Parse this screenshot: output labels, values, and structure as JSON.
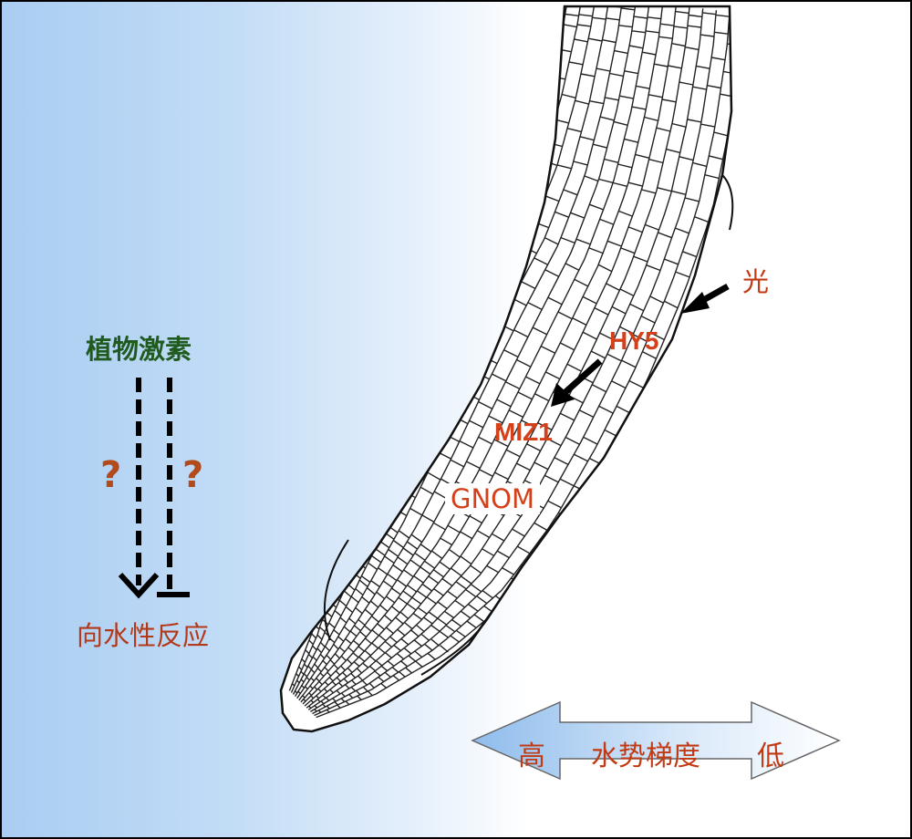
{
  "labels": {
    "hormone": "植物激素",
    "response": "向水性反应",
    "question": "?",
    "light": "光",
    "hy5": "HY5",
    "miz1": "MIZ1",
    "gnom": "GNOM",
    "gradient_high": "高",
    "gradient_title": "水势梯度",
    "gradient_low": "低"
  },
  "colors": {
    "hormone_text": "#1f5a1f",
    "red_text": "#c23a14",
    "gradient_left": "#a9cdf2"
  }
}
